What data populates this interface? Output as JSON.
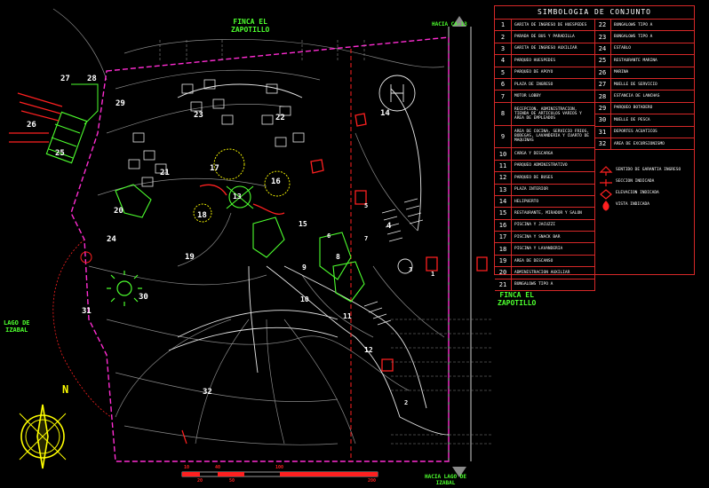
{
  "plan": {
    "labels": {
      "finca_top": "FINCA EL\nZAPOTILLO",
      "finca_right": "FINCA EL\nZAPOTILLO",
      "hacia_top": "HACIA CA-13",
      "hacia_bottom": "HACIA LAGO DE\nIZABAL",
      "lago": "LAGO DE\nIZABAL"
    },
    "zone_numbers": [
      "1",
      "2",
      "3",
      "4",
      "5",
      "6",
      "7",
      "8",
      "9",
      "10",
      "11",
      "12",
      "13",
      "14",
      "15",
      "16",
      "17",
      "18",
      "19",
      "20",
      "21",
      "22",
      "23",
      "24",
      "25",
      "26",
      "27",
      "28",
      "29",
      "30",
      "31",
      "32"
    ],
    "scale_bar": {
      "top_marks": [
        "10",
        "40",
        "100"
      ],
      "bottom_marks": [
        "20",
        "50",
        "200"
      ]
    },
    "north": "N"
  },
  "legend": {
    "title": "SIMBOLOGIA DE CONJUNTO",
    "items_left": [
      {
        "n": "1",
        "t": "GARITA DE INGRESO DE HUESPEDES"
      },
      {
        "n": "2",
        "t": "PARADA DE BUS Y PARADILLA"
      },
      {
        "n": "3",
        "t": "GARITA DE INGRESO AUXILIAR"
      },
      {
        "n": "4",
        "t": "PARQUEO HUESPEDES"
      },
      {
        "n": "5",
        "t": "PARQUEO DE APOYO"
      },
      {
        "n": "6",
        "t": "PLAZA DE INGRESO"
      },
      {
        "n": "7",
        "t": "MOTOR LOBBY"
      },
      {
        "n": "8",
        "t": "RECEPCION, ADMINISTRACION, TIENDA DE ARTICULOS VARIOS Y AREA DE EMPLEADOS"
      },
      {
        "n": "9",
        "t": "AREA DE COCINA, SERVICIO FRIOS, BODEGAS, LAVANDERIA Y CUARTO DE MAQUINAS"
      },
      {
        "n": "10",
        "t": "CARGA Y DESCARGA"
      },
      {
        "n": "11",
        "t": "PARQUEO ADMINISTRATIVO"
      },
      {
        "n": "12",
        "t": "PARQUEO DE BUSES"
      },
      {
        "n": "13",
        "t": "PLAZA INTERIOR"
      },
      {
        "n": "14",
        "t": "HELIPUERTO"
      },
      {
        "n": "15",
        "t": "RESTAURANTE, MIRADOR Y SALON"
      },
      {
        "n": "16",
        "t": "PISCINA Y JACUZZI"
      },
      {
        "n": "17",
        "t": "PISCINA Y SNACK BAR"
      },
      {
        "n": "18",
        "t": "PISCINA Y LAVANDERIA"
      },
      {
        "n": "19",
        "t": "AREA DE DESCANSO"
      },
      {
        "n": "20",
        "t": "ADMINISTRACION AUXILIAR"
      },
      {
        "n": "21",
        "t": "BUNGALOWS TIPO A"
      }
    ],
    "items_right": [
      {
        "n": "22",
        "t": "BUNGALOWS TIPO A"
      },
      {
        "n": "23",
        "t": "BUNGALOWS TIPO A"
      },
      {
        "n": "24",
        "t": "ESTABLO"
      },
      {
        "n": "25",
        "t": "RESTAURANTE MARINA"
      },
      {
        "n": "26",
        "t": "MARINA"
      },
      {
        "n": "27",
        "t": "MUELLE DE SERVICIO"
      },
      {
        "n": "28",
        "t": "ESTANCIA DE LANCHAS"
      },
      {
        "n": "29",
        "t": "PARQUEO BOTADERO"
      },
      {
        "n": "30",
        "t": "MUELLE DE PESCA"
      },
      {
        "n": "31",
        "t": "DEPORTES ACUATICOS"
      },
      {
        "n": "32",
        "t": "AREA DE EXCURSIONISMO"
      }
    ],
    "symbols": [
      {
        "t": "SENTIDO DE GARANTIA INGRESO"
      },
      {
        "t": "SECCION INDICADA"
      },
      {
        "t": "ELEVACION INDICADA"
      },
      {
        "t": "VISTA INDICADA"
      }
    ]
  },
  "colors": {
    "background": "#000000",
    "boundary": "#ff2cd2",
    "accent_green": "#4dff2e",
    "accent_red": "#ff2020",
    "accent_yellow": "#ffff00",
    "legend_border": "#d62828"
  }
}
